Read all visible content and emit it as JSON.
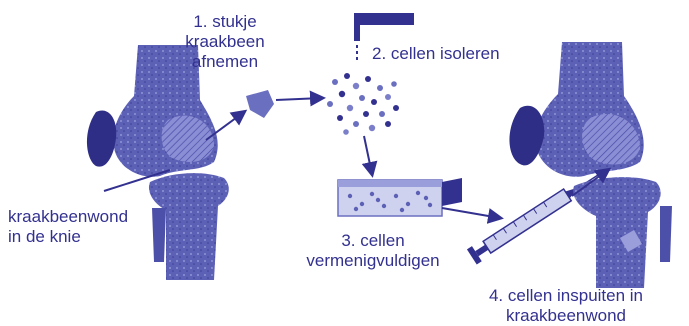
{
  "labels": {
    "wound": {
      "line1": "kraakbeenwond",
      "line2": "in de knie"
    },
    "step1": {
      "line1": "1. stukje",
      "line2": "kraakbeen",
      "line3": "afnemen"
    },
    "step2": {
      "line1": "2. cellen isoleren"
    },
    "step3": {
      "line1": "3. cellen",
      "line2": "vermenigvuldigen"
    },
    "step4": {
      "line1": "4. cellen inspuiten in",
      "line2": "kraakbeenwond"
    }
  },
  "colors": {
    "primary": "#33318f",
    "bone": "#6b6fc0",
    "bone_dark": "#2f2e86",
    "cartilage": "#9a9edb",
    "tube": "#cfd2ee"
  }
}
